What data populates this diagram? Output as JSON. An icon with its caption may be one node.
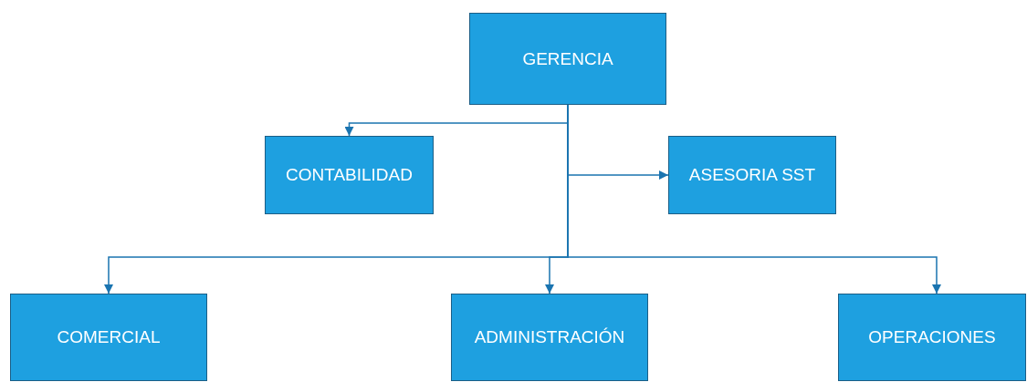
{
  "diagram": {
    "nodes": [
      {
        "text": [
          "GERENCIA"
        ]
      },
      {
        "text": [
          "CONTABILIDAD"
        ]
      },
      {
        "text": [
          "ASESORIA SST"
        ]
      },
      {
        "text": [
          "COMERCIAL"
        ]
      },
      {
        "text": [
          "ADMINISTRACIÓN"
        ]
      },
      {
        "text": [
          "OPERACIONES"
        ]
      }
    ],
    "edges": [
      {
        "from": 0,
        "to": 1,
        "arrow": "to"
      },
      {
        "from": 0,
        "to": 2,
        "arrow": "to"
      },
      {
        "from": 0,
        "to": 3,
        "arrow": "to"
      },
      {
        "from": 0,
        "to": 4,
        "arrow": "to"
      },
      {
        "from": 0,
        "to": 5,
        "arrow": "to"
      }
    ]
  }
}
